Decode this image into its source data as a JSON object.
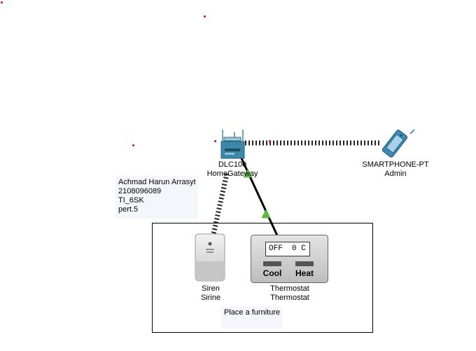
{
  "devices": {
    "gateway": {
      "name": "DLC100",
      "type": "HomeGateway"
    },
    "smartphone": {
      "name": "SMARTPHONE-PT",
      "user": "Admin"
    },
    "siren": {
      "name": "Siren",
      "label": "Sirine"
    },
    "thermostat": {
      "name": "Thermostat",
      "label": "Thermostat",
      "display": "OFF  0 C",
      "cool_label": "Cool",
      "heat_label": "Heat"
    }
  },
  "note": {
    "lines": [
      "Achmad Harun Arrasyt",
      "2108096089",
      "TI_6SK",
      "pert.5"
    ]
  },
  "room": {
    "label": "Place a furniture"
  },
  "colors": {
    "gateway_blue": "#3f87a8",
    "phone_blue": "#3a8ab4",
    "link_green": "#5bbf3a",
    "marker_red": "#d01010",
    "note_bg": "#f5f6fb"
  }
}
